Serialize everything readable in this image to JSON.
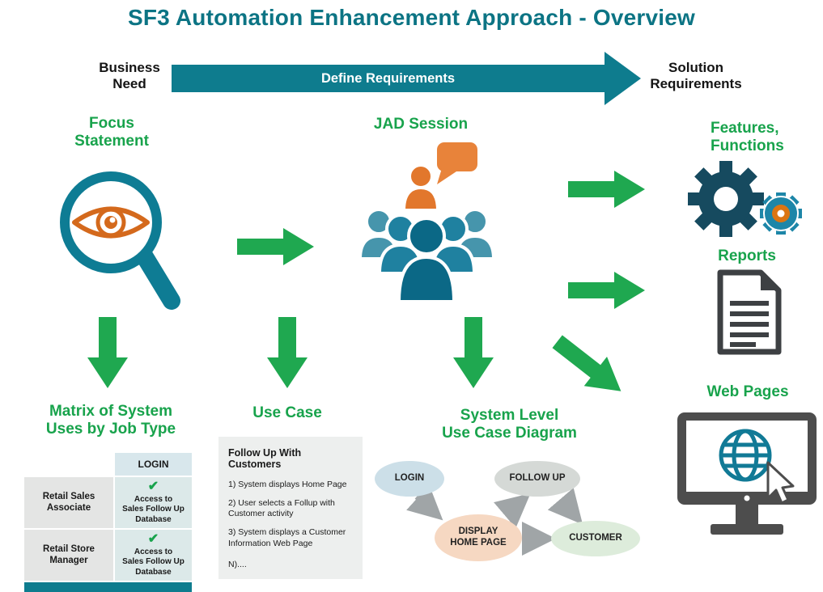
{
  "title": "SF3 Automation Enhancement Approach - Overview",
  "flow": {
    "business_need": "Business\nNeed",
    "define_requirements": "Define Requirements",
    "solution_requirements": "Solution\nRequirements"
  },
  "labels": {
    "focus_statement": "Focus\nStatement",
    "jad_session": "JAD Session",
    "features_functions": "Features,\nFunctions",
    "reports": "Reports",
    "web_pages": "Web Pages",
    "matrix_title": "Matrix of System\nUses by Job Type",
    "use_case": "Use Case",
    "system_level": "System Level\nUse Case Diagram"
  },
  "matrix": {
    "column_header": "LOGIN",
    "rows": [
      {
        "job": "Retail Sales\nAssociate",
        "check": "✔",
        "access": "Access to\nSales Follow Up\nDatabase"
      },
      {
        "job": "Retail Store\nManager",
        "check": "✔",
        "access": "Access to\nSales Follow Up\nDatabase"
      }
    ]
  },
  "use_case_box": {
    "heading": "Follow Up With Customers",
    "steps": [
      "1) System displays Home Page",
      "2) User selects a Follup with Customer activity",
      "3) System displays a Customer Information Web Page",
      "N)...."
    ]
  },
  "use_case_diagram": {
    "login": "LOGIN",
    "follow_up": "FOLLOW UP",
    "display_home_page": "DISPLAY\nHOME PAGE",
    "customer": "CUSTOMER"
  },
  "colors": {
    "title_teal": "#0c7484",
    "banner_teal": "#0e7c8e",
    "green": "#18a34c",
    "arrow_green": "#1fa850",
    "orange": "#e2772c"
  }
}
